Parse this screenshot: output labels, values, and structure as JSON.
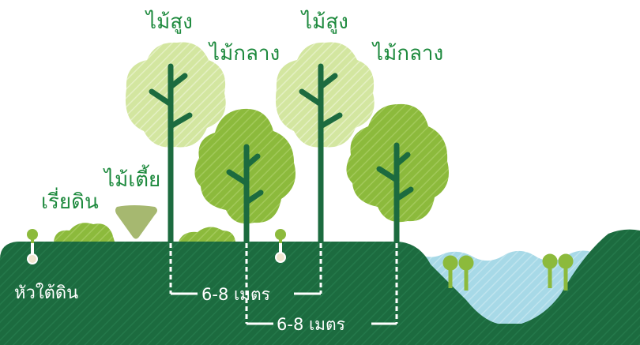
{
  "labels": {
    "tall_tree_1": "ไม้สูง",
    "tall_tree_2": "ไม้สูง",
    "medium_tree_1": "ไม้กลาง",
    "medium_tree_2": "ไม้กลาง",
    "shrub": "ไม้เตี้ย",
    "ground_cover": "เรี่ยดิน",
    "underground": "หัวใต้ดิน"
  },
  "measurements": {
    "spacing_1": "6-8 เมตร",
    "spacing_2": "6-8 เมตร"
  },
  "colors": {
    "ground": "#1c6b3f",
    "tall_canopy": "#cfe39a",
    "medium_canopy": "#8ab83a",
    "trunk": "#1c6b3f",
    "water": "#a6d8e6",
    "label_green": "#1e8a3e",
    "shrub": "#a5b872",
    "bush": "#99c13b"
  }
}
